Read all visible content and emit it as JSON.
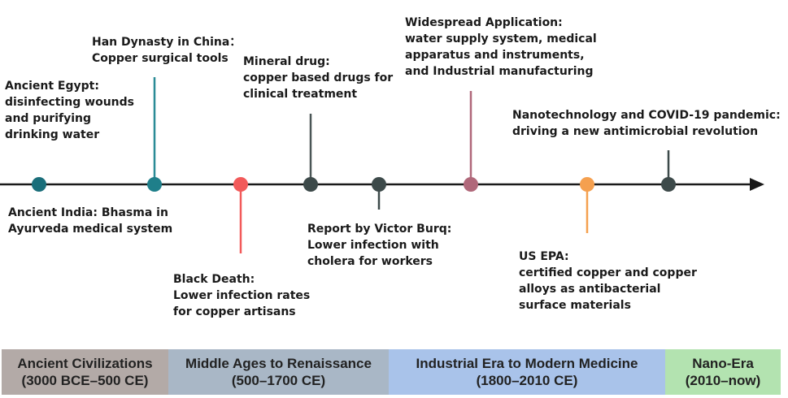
{
  "colors": {
    "axis": "#1a1a1a",
    "teal": "#1a6e7a",
    "teal_line": "#2a8b96",
    "red": "#f25a5a",
    "dark": "#3d4a4a",
    "mauve": "#b0687a",
    "orange": "#f5a04f",
    "era_ancient": "#b3aaa7",
    "era_middle": "#a9b7c6",
    "era_industrial": "#a9c3ea",
    "era_nano": "#b3e3b0"
  },
  "events": [
    {
      "id": "egypt",
      "lines": [
        "Ancient Egypt:",
        "disinfecting wounds",
        "and purifying",
        "drinking water"
      ]
    },
    {
      "id": "india",
      "lines": [
        "Ancient India: Bhasma in",
        "Ayurveda medical system"
      ]
    },
    {
      "id": "han",
      "lines": [
        "Han Dynasty in China：",
        "Copper surgical tools"
      ]
    },
    {
      "id": "black-death",
      "lines": [
        "Black Death:",
        "Lower infection rates",
        "for copper artisans"
      ]
    },
    {
      "id": "mineral",
      "lines": [
        "Mineral drug:",
        "copper based drugs for",
        "clinical  treatment"
      ]
    },
    {
      "id": "burq",
      "lines": [
        "Report by Victor Burq:",
        "Lower infection with",
        "cholera for workers"
      ]
    },
    {
      "id": "widespread",
      "lines": [
        "Widespread Application:",
        "water supply system, medical",
        "apparatus and instruments,",
        "and Industrial manufacturing"
      ]
    },
    {
      "id": "epa",
      "lines": [
        "US EPA:",
        "certified copper and copper",
        "alloys as antibacterial",
        "surface materials"
      ]
    },
    {
      "id": "nano",
      "lines": [
        "Nanotechnology and COVID-19 pandemic:",
        "driving a new antimicrobial revolution"
      ]
    }
  ],
  "eras": [
    {
      "id": "ancient",
      "name": "Ancient Civilizations",
      "range": "(3000 BCE–500 CE)"
    },
    {
      "id": "middle",
      "name": "Middle Ages to Renaissance",
      "range": "(500–1700 CE)"
    },
    {
      "id": "industrial",
      "name": "Industrial Era to Modern Medicine",
      "range": "(1800–2010 CE)"
    },
    {
      "id": "nano",
      "name": "Nano-Era",
      "range": "(2010–now)"
    }
  ]
}
